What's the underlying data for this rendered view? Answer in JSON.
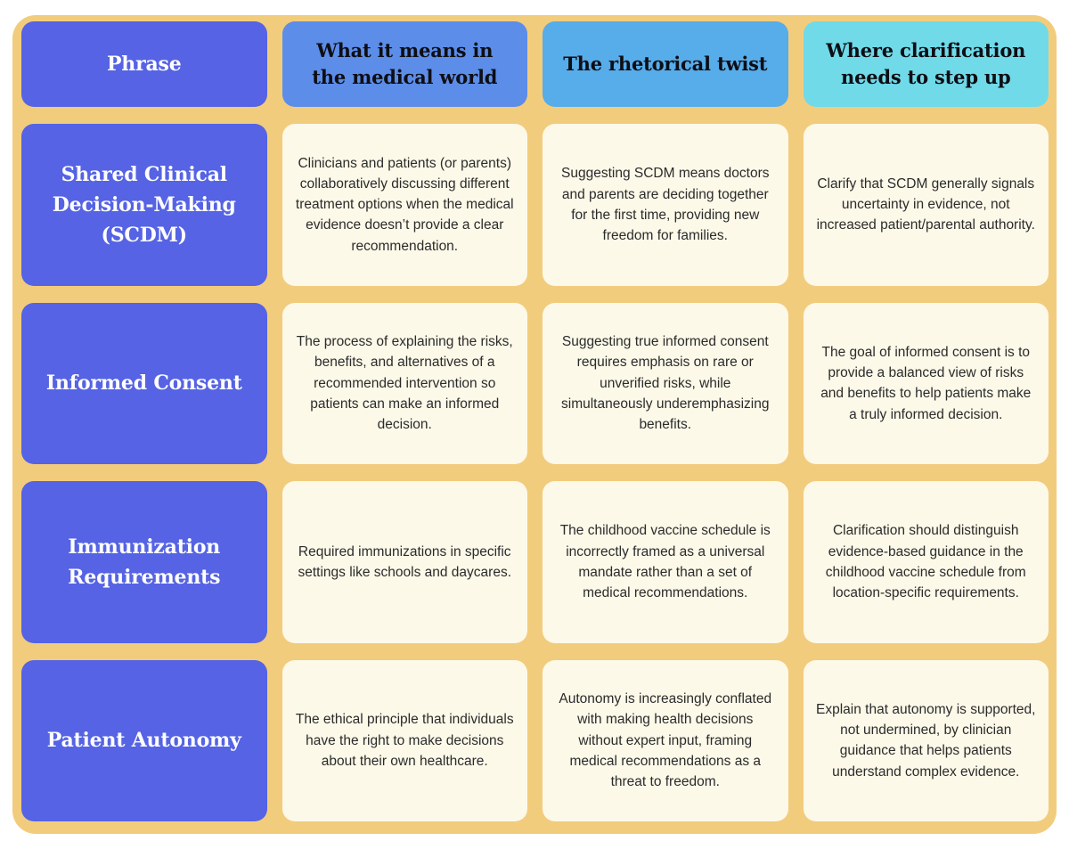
{
  "title": "Medical phrase rhetoric comparison table",
  "colors": {
    "canvas_background": "#ffffff",
    "board_background": "#F2CC7D",
    "phrase_cell": "#5563E4",
    "header_meaning": "#5C8DE8",
    "header_twist": "#57ACEA",
    "header_clarification": "#70DAE9",
    "body_cell": "#FCF9E9",
    "header_text": "#0e0e14",
    "phrase_text": "#fdfdfd",
    "body_text": "#2b2b2b"
  },
  "chart_data": {
    "type": "table",
    "title": "Medical phrases: meaning vs. rhetorical twist vs. needed clarification",
    "columns": [
      "Phrase",
      "What it means in the medical world",
      "The rhetorical twist",
      "Where clarification needs to step up"
    ],
    "rows": [
      [
        "Shared Clinical Decision-Making (SCDM)",
        "Clinicians and patients (or parents) collaboratively discussing different treatment options when the medical evidence doesn’t provide a clear recommendation.",
        "Suggesting SCDM means doctors and parents are deciding together for the first time, providing new freedom for families.",
        "Clarify that SCDM generally signals uncertainty in evidence, not increased patient/parental authority."
      ],
      [
        "Informed Consent",
        "The process of explaining the risks, benefits, and alternatives of a recommended intervention so patients can make an informed decision.",
        "Suggesting true informed consent requires emphasis on rare or unverified risks, while simultaneously underemphasizing benefits.",
        "The goal of informed consent is to provide a balanced view of risks and benefits to help patients make a truly informed decision."
      ],
      [
        "Immunization Requirements",
        "Required immunizations in specific settings like schools and daycares.",
        "The childhood vaccine schedule is incorrectly framed as a universal mandate rather than a set of medical recommendations.",
        "Clarification should distinguish evidence-based guidance in the childhood vaccine schedule from location-specific requirements."
      ],
      [
        "Patient Autonomy",
        "The ethical principle that individuals have the right to make decisions about their own healthcare.",
        "Autonomy is increasingly conflated with making health decisions without expert input, framing medical recommendations as a threat to freedom.",
        "Explain that autonomy is supported, not undermined, by clinician guidance that helps patients understand complex evidence."
      ]
    ]
  }
}
